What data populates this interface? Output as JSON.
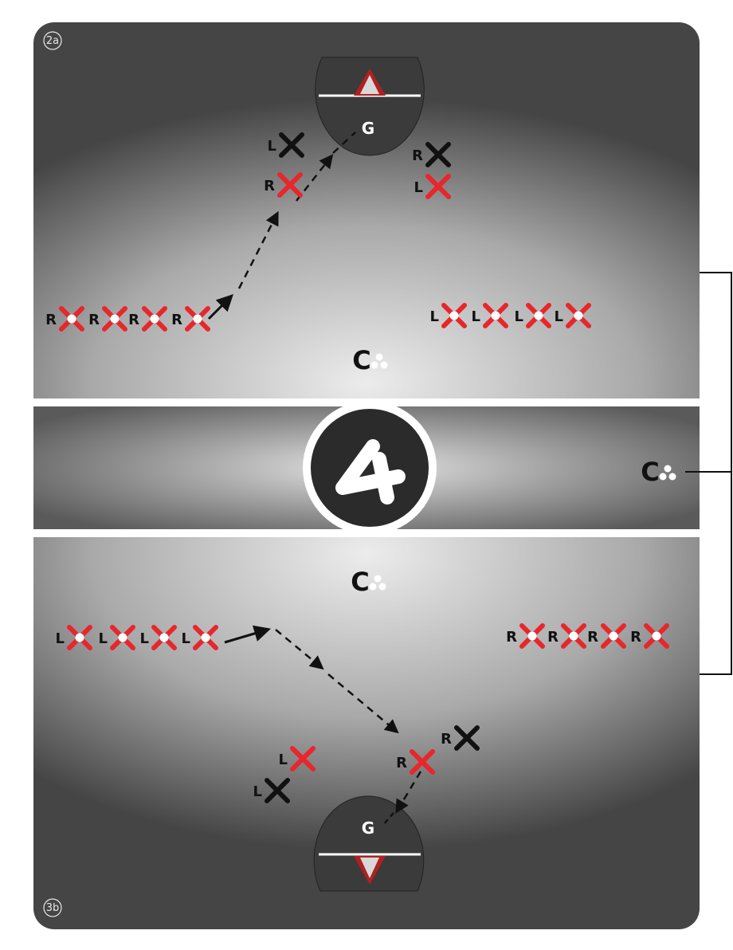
{
  "corner_labels": {
    "top": "2a",
    "bottom": "3b"
  },
  "center_logo": "4",
  "coach_label": "C",
  "goalie_label": "G",
  "top_half": {
    "coach": "C",
    "goalie": "G",
    "near_goal_left": [
      "L",
      "R"
    ],
    "near_goal_right": [
      "R",
      "L"
    ],
    "line_left": [
      "R",
      "R",
      "R",
      "R"
    ],
    "line_right": [
      "L",
      "L",
      "L",
      "L"
    ]
  },
  "bottom_half": {
    "coach": "C",
    "goalie": "G",
    "line_left": [
      "L",
      "L",
      "L",
      "L"
    ],
    "line_right": [
      "R",
      "R",
      "R",
      "R"
    ],
    "near_goal_left": [
      "L",
      "L"
    ],
    "near_goal_right": [
      "R",
      "R"
    ]
  },
  "sideline_coach": "C",
  "colors": {
    "red_player": "#e8262b",
    "black_player": "#111111",
    "field_light": "#e9e9e9",
    "field_dark": "#3a3a3a",
    "crease": "#3c3c3c"
  }
}
